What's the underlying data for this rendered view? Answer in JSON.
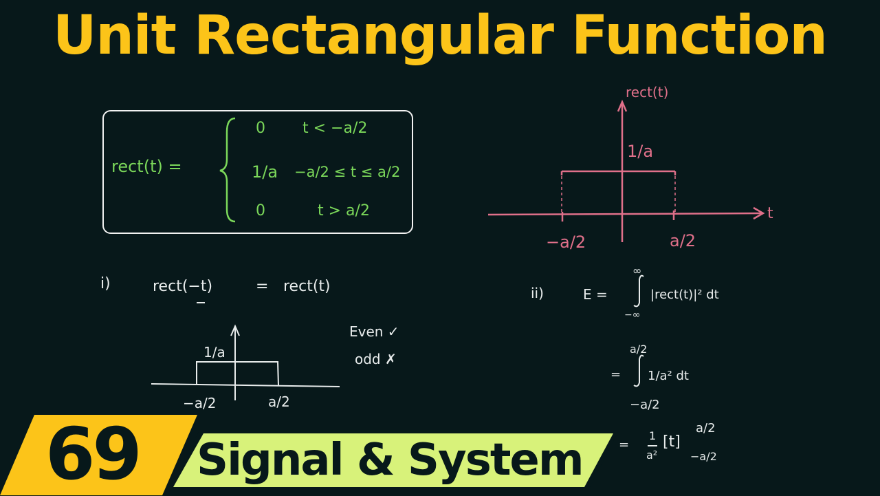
{
  "title": "Unit Rectangular Function",
  "colors": {
    "background": "#07181a",
    "title": "#fcc419",
    "definition": "#7bd85a",
    "graph": "#e0708a",
    "notes": "#e8ecec",
    "episode_badge": "#fcc419",
    "series_badge": "#d8f27a"
  },
  "definition": {
    "lhs": "rect(t) =",
    "cases": [
      {
        "value": "0",
        "condition": "t < −a/2"
      },
      {
        "value": "1/a",
        "condition": "−a/2 ≤ t ≤ a/2"
      },
      {
        "value": "0",
        "condition": "t > a/2"
      }
    ]
  },
  "main_graph": {
    "y_label": "rect(t)",
    "x_label": "t",
    "height_label": "1/a",
    "left_tick": "−a/2",
    "right_tick": "a/2"
  },
  "property_i": {
    "marker": "i)",
    "equation_lhs": "rect(−t)",
    "equation_eq": "=",
    "equation_rhs": "rect(t)",
    "graph": {
      "height_label": "1/a",
      "left_tick": "−a/2",
      "right_tick": "a/2"
    },
    "even_note": "Even ✓",
    "odd_note": "odd ✗"
  },
  "property_ii": {
    "marker": "ii)",
    "line1": {
      "lhs": "E =",
      "upper": "∞",
      "lower": "−∞",
      "integrand": "|rect(t)|² dt"
    },
    "line2": {
      "eq": "=",
      "upper": "a/2",
      "lower": "−a/2",
      "integrand": "1/a² dt"
    },
    "line3": {
      "eq": "=",
      "coef_num": "1",
      "coef_den": "a²",
      "bracket": "[t]",
      "upper": "a/2",
      "lower": "−a/2"
    }
  },
  "chart_data": {
    "type": "line",
    "title": "rect(t)",
    "xlabel": "t",
    "ylabel": "rect(t)",
    "x": [
      "-inf",
      "-a/2",
      "-a/2",
      "a/2",
      "a/2",
      "inf"
    ],
    "values": [
      "0",
      "0",
      "1/a",
      "1/a",
      "0",
      "0"
    ],
    "annotations": [
      "1/a",
      "-a/2",
      "a/2"
    ]
  },
  "banner": {
    "episode_number": "69",
    "series_name": "Signal & System"
  }
}
